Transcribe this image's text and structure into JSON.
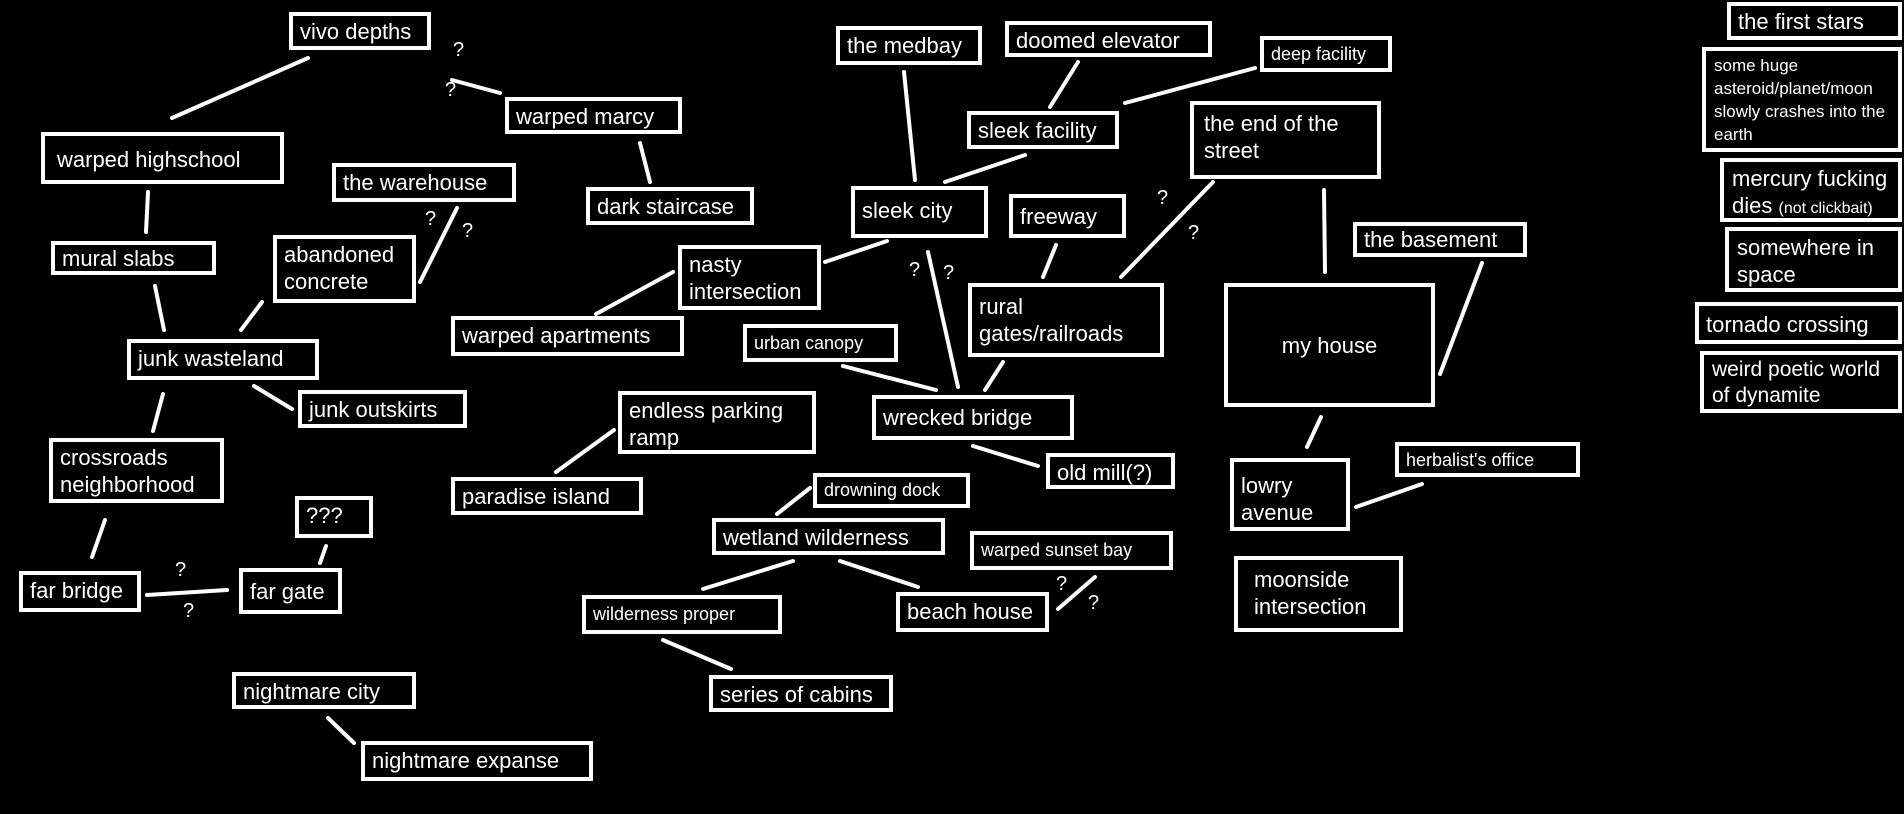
{
  "colors": {
    "background": "#000000",
    "foreground": "#ffffff"
  },
  "nodes": {
    "vivo_depths": "vivo depths",
    "warped_marcy": "warped marcy",
    "warped_highschool": "warped highschool",
    "the_warehouse": "the warehouse",
    "dark_staircase": "dark staircase",
    "mural_slabs": "mural slabs",
    "abandoned_concrete": "abandoned concrete",
    "junk_wasteland": "junk wasteland",
    "junk_outskirts": "junk outskirts",
    "crossroads_neighborhood": "crossroads neighborhood",
    "unknown": "???",
    "far_bridge": "far bridge",
    "far_gate": "far gate",
    "nightmare_city": "nightmare city",
    "nightmare_expanse": "nightmare expanse",
    "the_medbay": "the medbay",
    "doomed_elevator": "doomed elevator",
    "deep_facility": "deep facility",
    "sleek_facility": "sleek facility",
    "sleek_city": "sleek city",
    "nasty_intersection": "nasty intersection",
    "warped_apartments": "warped apartments",
    "urban_canopy": "urban canopy",
    "freeway": "freeway",
    "rural_gates": "rural gates/railroads",
    "wrecked_bridge": "wrecked bridge",
    "old_mill": "old mill(?)",
    "endless_parking_ramp": "endless parking ramp",
    "paradise_island": "paradise island",
    "drowning_dock": "drowning dock",
    "wetland_wilderness": "wetland wilderness",
    "wilderness_proper": "wilderness proper",
    "series_of_cabins": "series of cabins",
    "beach_house": "beach house",
    "warped_sunset_bay": "warped sunset bay",
    "end_of_street": "the end of the street",
    "the_basement": "the basement",
    "my_house": "my house",
    "lowry_avenue": "lowry avenue",
    "herbalists_office": "herbalist's office",
    "moonside_intersection": "moonside intersection",
    "the_first_stars": "the first stars",
    "asteroid": "some huge asteroid/planet/moon slowly crashes into the earth",
    "mercury_main": "mercury fucking dies",
    "mercury_note": "(not clickbait)",
    "somewhere_in_space": "somewhere in space",
    "tornado_crossing": "tornado crossing",
    "weird_poetic_world": "weird poetic world of dynamite"
  },
  "edge_mark": "?"
}
